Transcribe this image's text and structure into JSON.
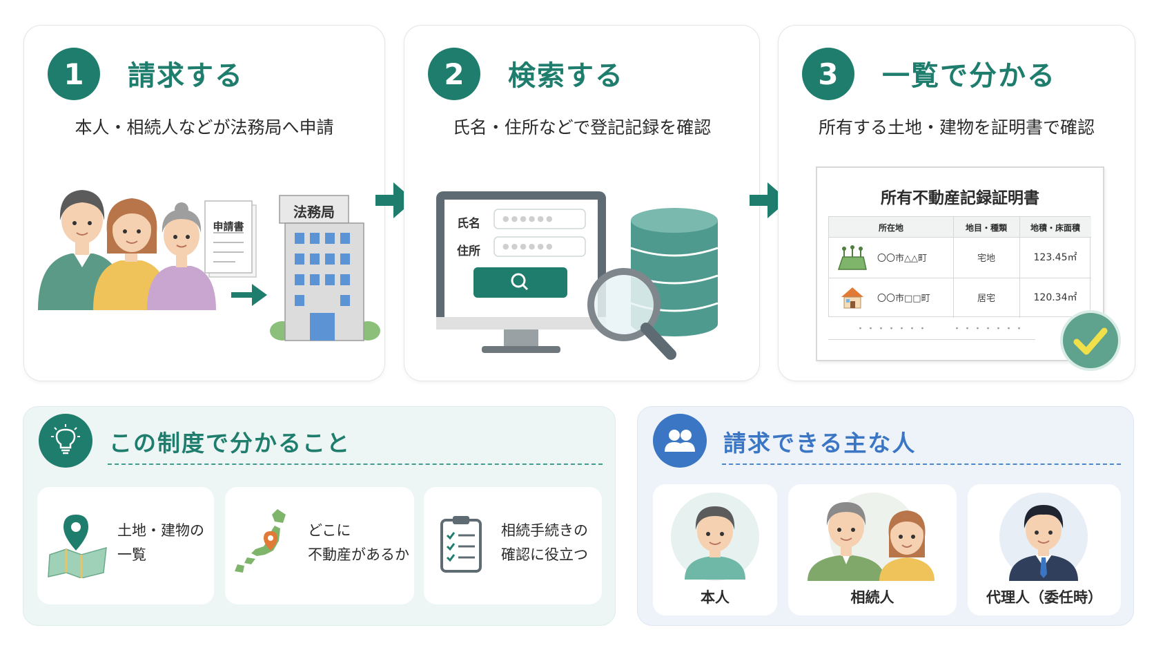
{
  "steps": [
    {
      "number": "1",
      "title": "請求する",
      "description": "本人・相続人などが法務局へ申請",
      "form_label": "申請書",
      "building_label": "法務局"
    },
    {
      "number": "2",
      "title": "検索する",
      "description": "氏名・住所などで登記記録を確認",
      "field_name": "氏名",
      "field_address": "住所",
      "field_dots": "●●●●●●"
    },
    {
      "number": "3",
      "title": "一覧で分かる",
      "description": "所有する土地・建物を証明書で確認"
    }
  ],
  "certificate": {
    "title": "所有不動産記録証明書",
    "columns": [
      "所在地",
      "地目・種類",
      "地積・床面積"
    ],
    "rows": [
      {
        "location": "〇〇市△△町",
        "type": "宅地",
        "area": "123.45㎡"
      },
      {
        "location": "〇〇市□□町",
        "type": "居宅",
        "area": "120.34㎡"
      }
    ],
    "more": "・・・・・・・"
  },
  "benefits": {
    "title": "この制度で分かること",
    "items": [
      {
        "line1": "土地・建物の",
        "line2": "一覧",
        "icon": "map-pin-icon"
      },
      {
        "line1": "どこに",
        "line2": "不動産があるか",
        "icon": "japan-map-icon"
      },
      {
        "line1": "相続手続きの",
        "line2": "確認に役立つ",
        "icon": "checklist-icon"
      }
    ]
  },
  "requesters": {
    "title": "請求できる主な人",
    "items": [
      {
        "label": "本人"
      },
      {
        "label": "相続人"
      },
      {
        "label": "代理人（委任時）"
      }
    ]
  },
  "colors": {
    "teal": "#1e7d6c",
    "blue": "#3a76c4",
    "arrow": "#1e7d6c"
  }
}
